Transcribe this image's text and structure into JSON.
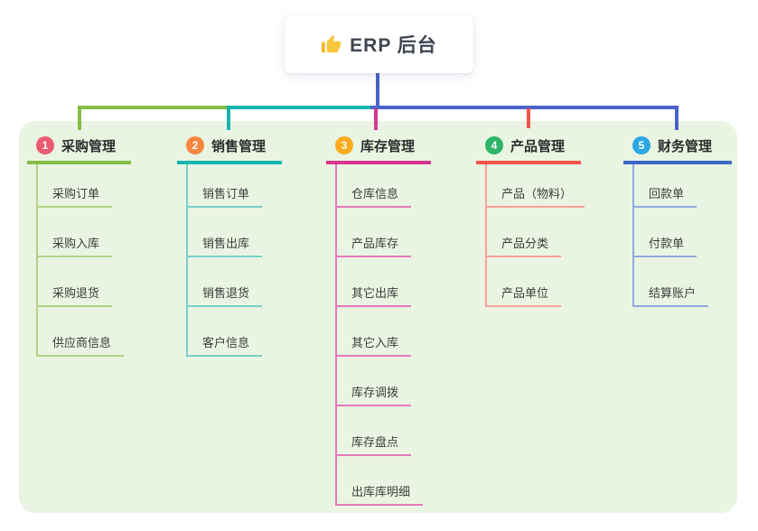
{
  "root": {
    "label": "ERP 后台",
    "icon": "thumbs-up-icon"
  },
  "branches": [
    {
      "index": "1",
      "label": "采购管理",
      "badge_color": "#ec5a72",
      "line_color": "#85bd45",
      "child_line_color": "#b1d386",
      "children": [
        "采购订单",
        "采购入库",
        "采购退货",
        "供应商信息"
      ]
    },
    {
      "index": "2",
      "label": "销售管理",
      "badge_color": "#f8863f",
      "line_color": "#16b5ae",
      "child_line_color": "#79d0ca",
      "children": [
        "销售订单",
        "销售出库",
        "销售退货",
        "客户信息"
      ]
    },
    {
      "index": "3",
      "label": "库存管理",
      "badge_color": "#fbab1d",
      "line_color": "#d6368f",
      "child_line_color": "#e778bd",
      "children": [
        "仓库信息",
        "产品库存",
        "其它出库",
        "其它入库",
        "库存调拨",
        "库存盘点",
        "出库库明细"
      ]
    },
    {
      "index": "4",
      "label": "产品管理",
      "badge_color": "#2eb567",
      "line_color": "#f2544d",
      "child_line_color": "#f7a09b",
      "children": [
        "产品（物料）",
        "产品分类",
        "产品单位"
      ]
    },
    {
      "index": "5",
      "label": "财务管理",
      "badge_color": "#2aa7e2",
      "line_color": "#3d66c8",
      "child_line_color": "#92abdf",
      "children": [
        "回款单",
        "付款单",
        "结算账户"
      ]
    }
  ],
  "colors": {
    "panel_bg": "#e9f5e2",
    "connector_blue": "#4a63c8",
    "text": "#3c3c3c"
  }
}
